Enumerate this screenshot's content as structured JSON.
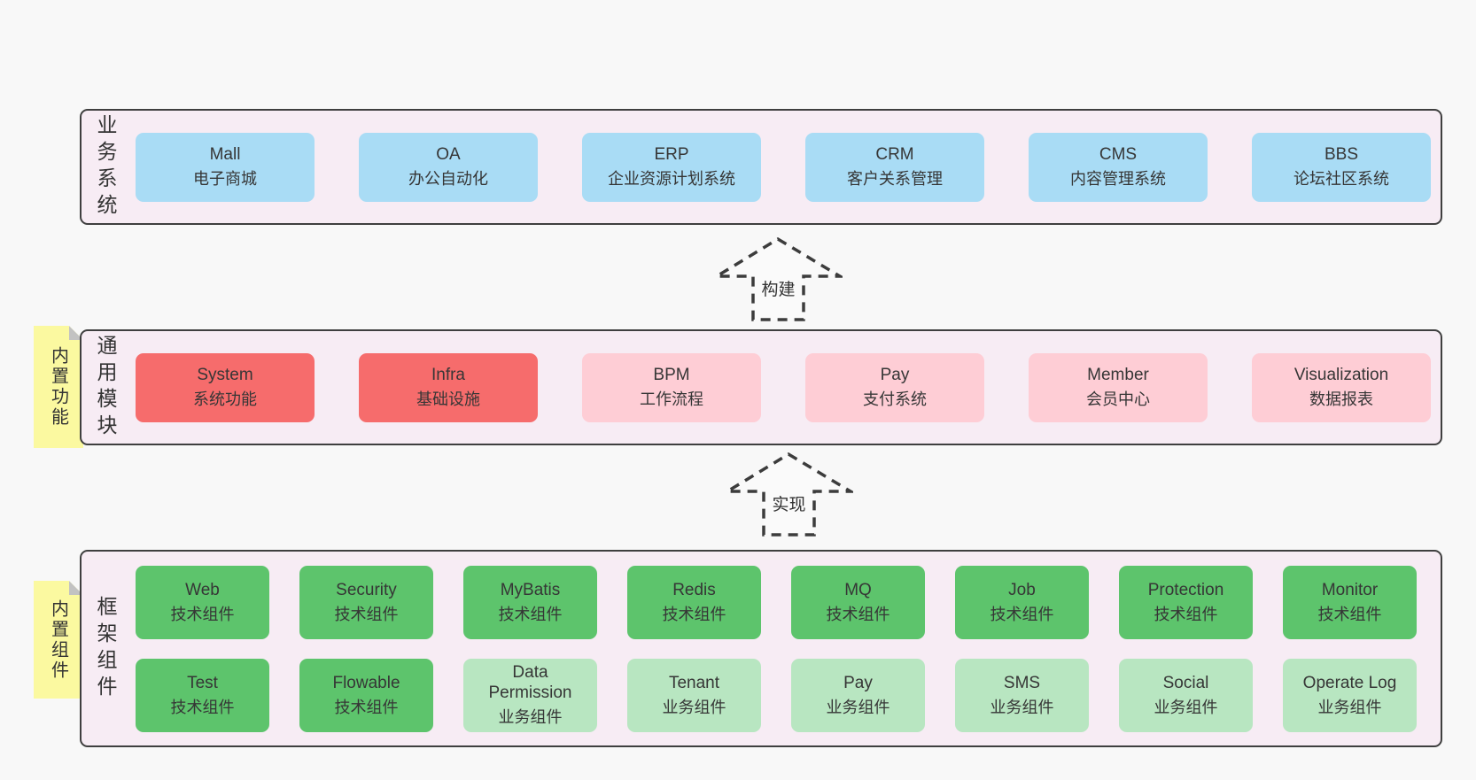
{
  "business": {
    "label": "业务系统",
    "boxes": [
      {
        "name": "Mall",
        "desc": "电子商城"
      },
      {
        "name": "OA",
        "desc": "办公自动化"
      },
      {
        "name": "ERP",
        "desc": "企业资源计划系统"
      },
      {
        "name": "CRM",
        "desc": "客户关系管理"
      },
      {
        "name": "CMS",
        "desc": "内容管理系统"
      },
      {
        "name": "BBS",
        "desc": "论坛社区系统"
      }
    ]
  },
  "arrows": {
    "build": "构建",
    "implement": "实现"
  },
  "modules": {
    "label": "通用模块",
    "tag": "内置功能",
    "boxes": [
      {
        "name": "System",
        "desc": "系统功能"
      },
      {
        "name": "Infra",
        "desc": "基础设施"
      },
      {
        "name": "BPM",
        "desc": "工作流程"
      },
      {
        "name": "Pay",
        "desc": "支付系统"
      },
      {
        "name": "Member",
        "desc": "会员中心"
      },
      {
        "name": "Visualization",
        "desc": "数据报表"
      }
    ]
  },
  "framework": {
    "label": "框架组件",
    "tag": "内置组件",
    "row1": [
      {
        "name": "Web",
        "desc": "技术组件"
      },
      {
        "name": "Security",
        "desc": "技术组件"
      },
      {
        "name": "MyBatis",
        "desc": "技术组件"
      },
      {
        "name": "Redis",
        "desc": "技术组件"
      },
      {
        "name": "MQ",
        "desc": "技术组件"
      },
      {
        "name": "Job",
        "desc": "技术组件"
      },
      {
        "name": "Protection",
        "desc": "技术组件"
      },
      {
        "name": "Monitor",
        "desc": "技术组件"
      }
    ],
    "row2": [
      {
        "name": "Test",
        "desc": "技术组件"
      },
      {
        "name": "Flowable",
        "desc": "技术组件"
      },
      {
        "name": "Data Permission",
        "desc": "业务组件"
      },
      {
        "name": "Tenant",
        "desc": "业务组件"
      },
      {
        "name": "Pay",
        "desc": "业务组件"
      },
      {
        "name": "SMS",
        "desc": "业务组件"
      },
      {
        "name": "Social",
        "desc": "业务组件"
      },
      {
        "name": "Operate Log",
        "desc": "业务组件"
      }
    ]
  },
  "colors": {
    "page_bg": "#f8f8f8",
    "panel_bg": "#f7ecf4",
    "panel_border": "#3f3f3f",
    "business_box": "#a9dcf5",
    "core_module_box": "#f66c6c",
    "optional_module_box": "#fecdd5",
    "tech_component_box": "#5dc46c",
    "biz_component_box": "#b8e6c1",
    "sticky_tag": "#fbf9a0",
    "text": "#363636"
  }
}
